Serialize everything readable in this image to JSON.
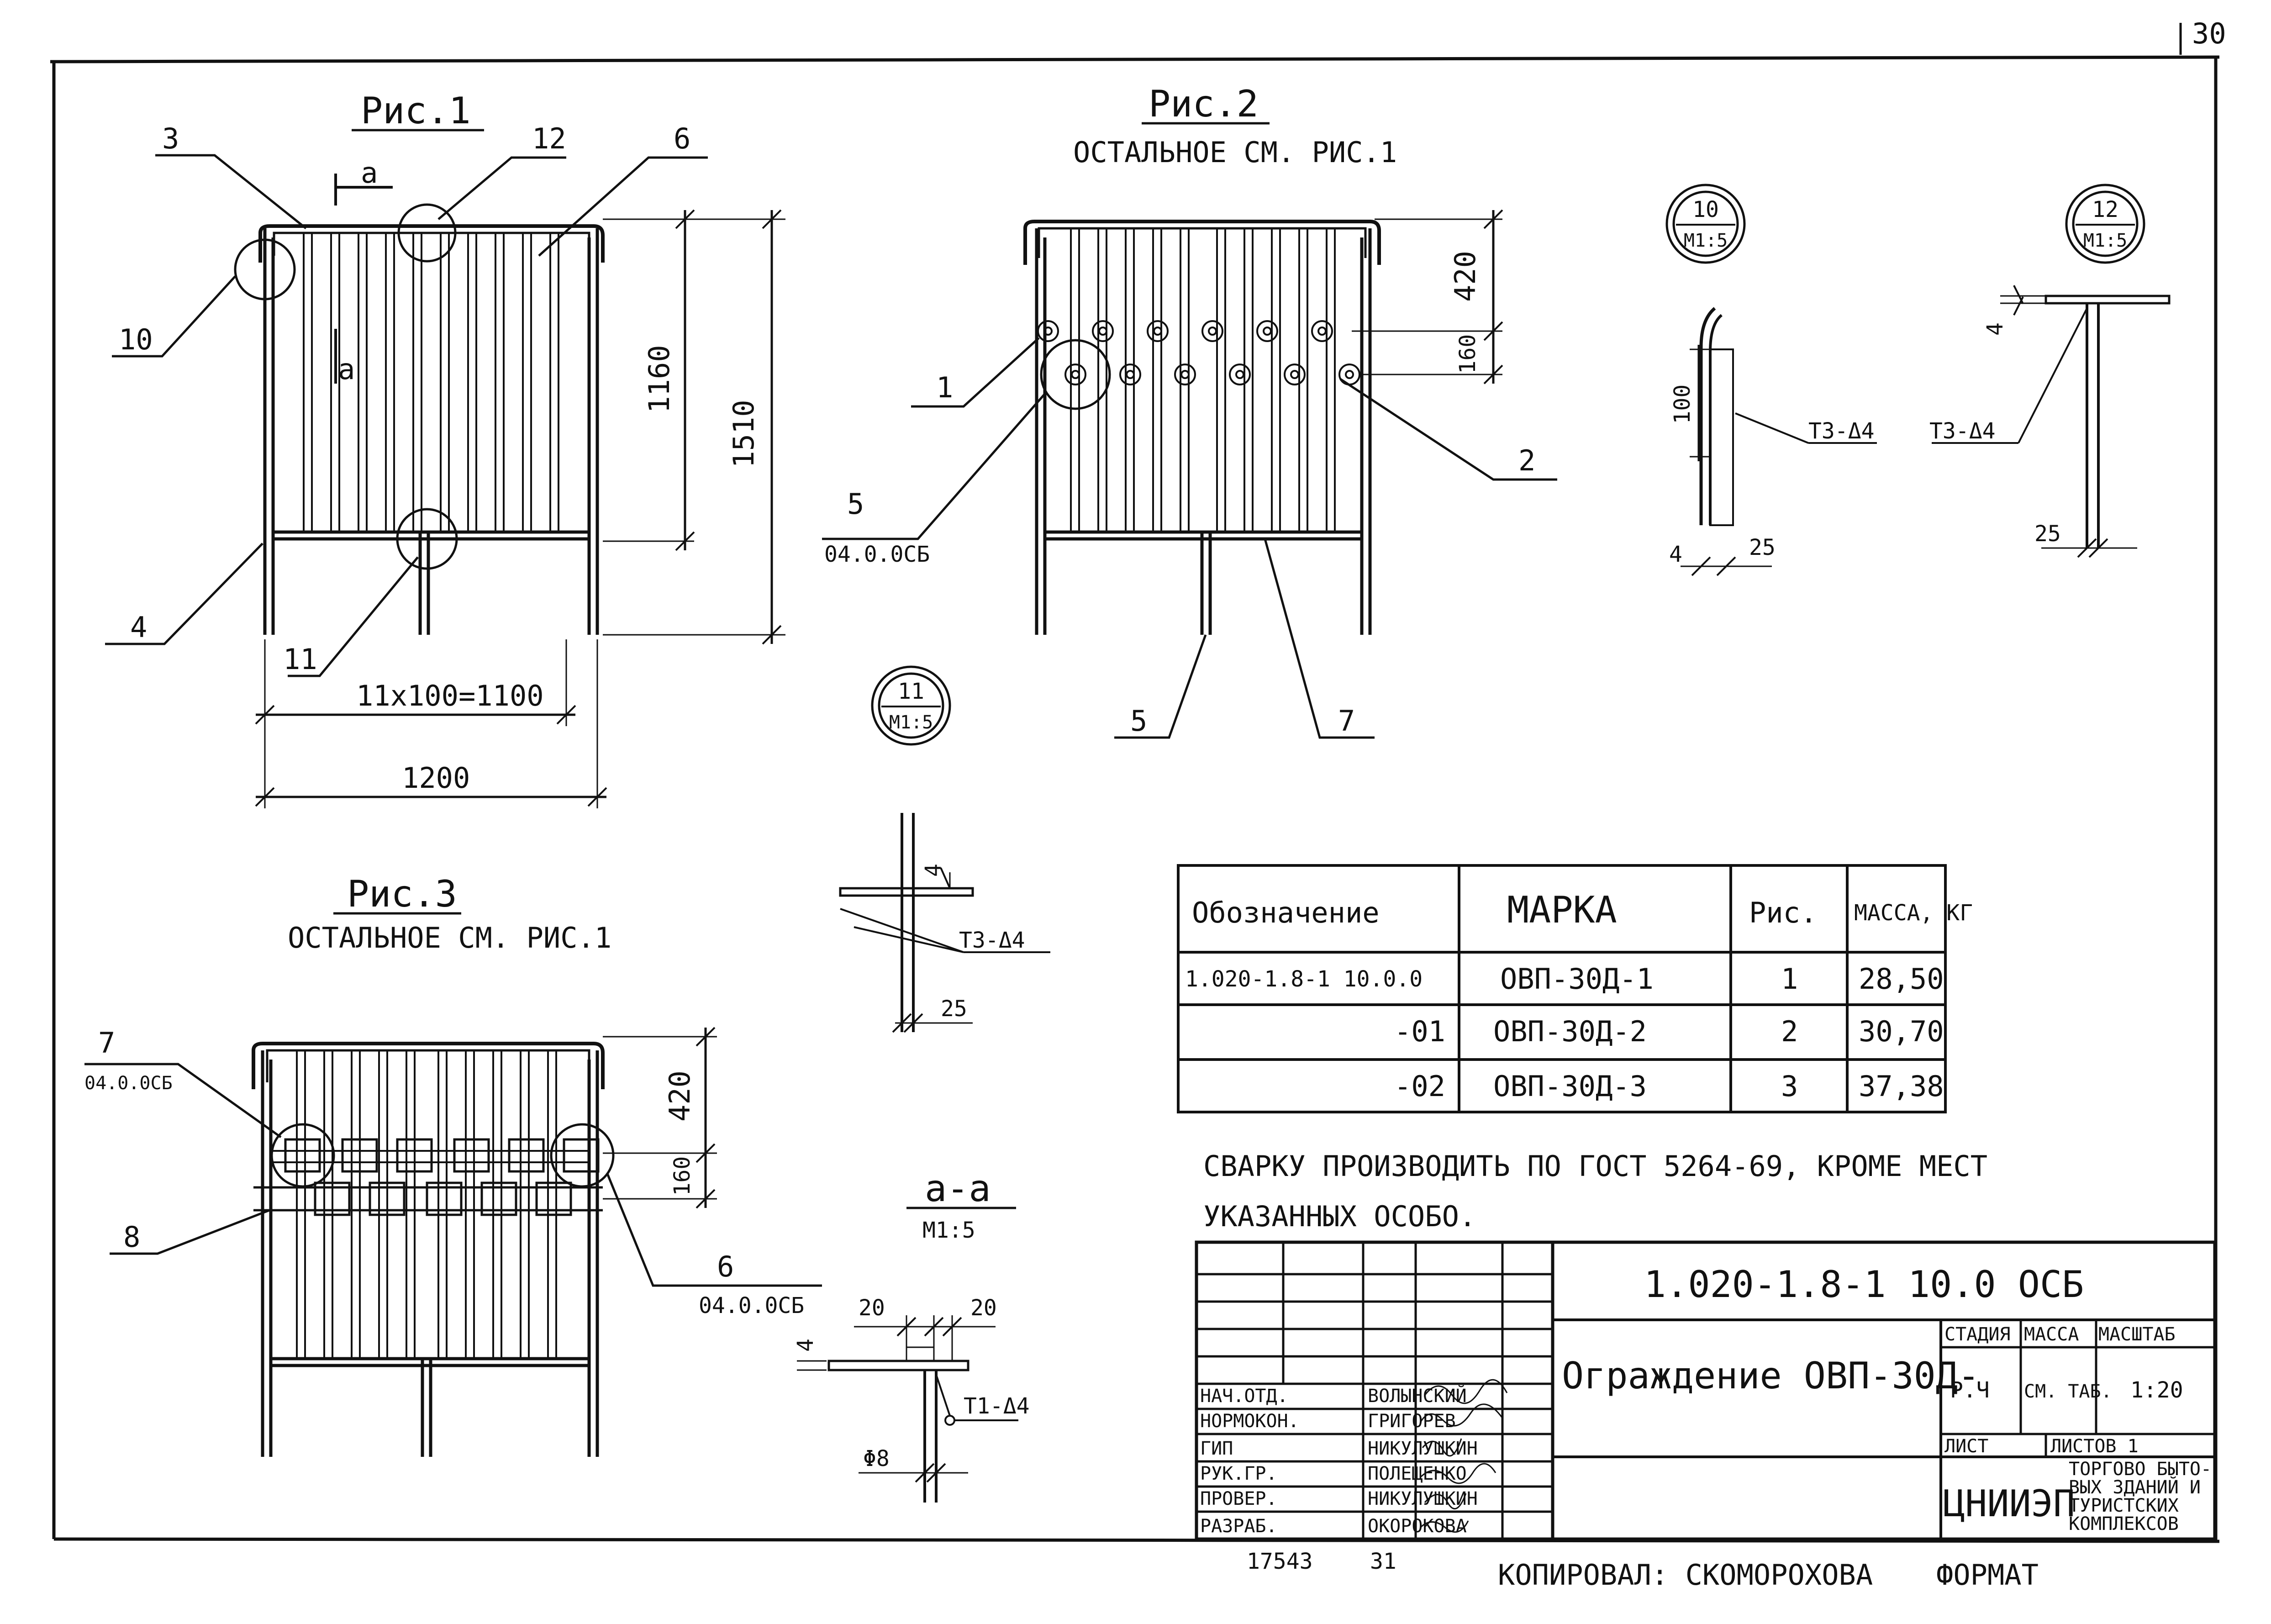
{
  "page_number": "30",
  "fig1": {
    "title": "Рис.1",
    "callouts": [
      "3",
      "12",
      "6",
      "10",
      "4",
      "11"
    ],
    "section_mark": "а",
    "dims": {
      "height_upper": "1160",
      "height_total": "1510",
      "spacing": "11x100=1100",
      "width": "1200"
    }
  },
  "fig2": {
    "title": "Рис.2",
    "subtitle": "ОСТАЛЬНОЕ СМ. РИС.1",
    "callouts": [
      "1",
      "2",
      "5",
      "7"
    ],
    "ref_label": "04.0.0СБ",
    "dims": {
      "top": "420",
      "gap": "160"
    }
  },
  "fig3": {
    "title": "Рис.3",
    "subtitle": "ОСТАЛЬНОЕ СМ. РИС.1",
    "callouts": [
      "7",
      "8",
      "6"
    ],
    "ref_label": "04.0.0СБ",
    "dims": {
      "top": "420",
      "gap": "160"
    }
  },
  "details": {
    "d10": {
      "num": "10",
      "scale": "М1:5",
      "dim_h": "100",
      "dim_a": "4",
      "dim_b": "25",
      "weld": "Т3-Δ4"
    },
    "d12": {
      "num": "12",
      "scale": "М1:5",
      "dim_a": "4",
      "dim_b": "25",
      "weld": "Т3-Δ4"
    },
    "d11": {
      "num": "11",
      "scale": "М1:5",
      "dim_a": "4",
      "dim_b": "25",
      "weld": "Т3-Δ4"
    },
    "section_aa": {
      "title": "а-а",
      "scale": "М1:5",
      "dim_l": "20",
      "dim_r": "20",
      "dim_t": "4",
      "weld": "Т1-Δ4",
      "dia": "Φ8"
    }
  },
  "spec_table": {
    "headers": [
      "Обозначение",
      "МАРКА",
      "Рис.",
      "МАССА, КГ"
    ],
    "rows": [
      [
        "1.020-1.8-1 10.0.0",
        "ОВП-30Д-1",
        "1",
        "28,50"
      ],
      [
        "-01",
        "ОВП-30Д-2",
        "2",
        "30,70"
      ],
      [
        "-02",
        "ОВП-30Д-3",
        "3",
        "37,38"
      ]
    ]
  },
  "note": {
    "line1": "СВАРКУ ПРОИЗВОДИТЬ ПО ГОСТ 5264-69, КРОМЕ МЕСТ",
    "line2": "УКАЗАННЫХ ОСОБО."
  },
  "title_block": {
    "doc_code": "1.020-1.8-1 10.0 ОСБ",
    "name": "Ограждение ОВП-30Д-",
    "stage_label": "СТАДИЯ",
    "mass_label": "МАССА",
    "scale_label": "МАСШТАБ",
    "stage": "Р.Ч",
    "mass": "СМ. ТАБ.",
    "scale": "1:20",
    "sheet_label": "ЛИСТ",
    "sheets_label": "ЛИСТОВ 1",
    "org": "ЦНИИЭП",
    "org_desc": [
      "ТОРГОВО БЫТО-",
      "ВЫХ ЗДАНИЙ И",
      "ТУРИСТСКИХ",
      "КОМПЛЕКСОВ"
    ],
    "roles": [
      "НАЧ.ОТД.",
      "НОРМОКОН.",
      "ГИП",
      "РУК.ГР.",
      "ПРОВЕР.",
      "РАЗРАБ."
    ],
    "names": [
      "ВОЛЫНСКИЙ",
      "ГРИГОРЕВ",
      "НИКУЛУШКИН",
      "ПОЛЕЩЕНКО",
      "НИКУЛУШКИН",
      "ОКОРОКОВА"
    ]
  },
  "footer": {
    "inv_number": "17543",
    "sheet_number": "31",
    "copied_by": "КОПИРОВАЛ: СКОМОРОХОВА",
    "format": "ФОРМАТ"
  }
}
